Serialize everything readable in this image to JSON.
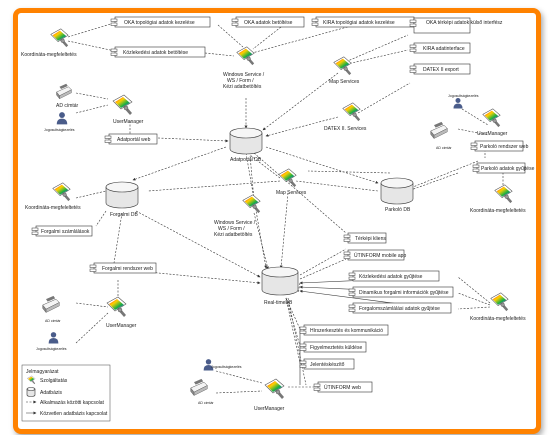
{
  "components": {
    "oka_topologiai": "OKA topológiai adatok kezelése",
    "oka_betoltese": "OKA adatok betöltése",
    "kira_topologiai": "KIRA topológiai adatok kezelése",
    "kozlekedesi_betoltese": "Közlekedési adatok betöltése",
    "oka_terkepi": "OKA térképi adatok külső interfész",
    "kira_adatinterface": "KIRA adatinterface",
    "datex_export": "DATEX II export",
    "adatportal_web": "Adatportál web",
    "parkolo_rendszer": "Parkoló rendszer web",
    "parkolo_gyujtese": "Parkoló adatok gyűjtése",
    "forgalmi_szamlalasok": "Forgalmi számlálások",
    "forgalmi_rendszer": "Forgalmi rendszer web",
    "terkepi_kliens": "Térképi kliens",
    "utinform_mobile": "ÚTINFORM mobile app",
    "kozlekedesi_gyujtese": "Közlekedési adatok gyűjtése",
    "dinamikus": "Dinamikus forgalmi információk gyűjtése",
    "forgalomszamlalasi": "Forgalomszámlálási adatok gyűjtése",
    "hirszerkesztes": "Hírszerkesztés és kommunikáció",
    "figyelmeztetes": "Figyelmeztetés küldése",
    "jelentes": "Jelentéskészítő",
    "utinform_web": "ÚTINFORM web"
  },
  "databases": {
    "adatportal_db": "Adatportál DB",
    "forgalmi_db": "Forgalmi DB",
    "parkolo_db": "Parkoló DB",
    "realtime_db": "Real-timeDB"
  },
  "services": {
    "windows_top": [
      "Windows Service /",
      "WS / Form /",
      "Kézi adatbetöltés"
    ],
    "map_services_top": "Map Services",
    "datex_services": "DATEX II. Services",
    "map_services_mid": "Map Services",
    "windows_mid": [
      "Windows Service /",
      "WS / Form /",
      "Kézi adatbetöltés"
    ]
  },
  "actors": {
    "koordinata": "Koordináta-megfeleltetés",
    "user_manager": "UserManager",
    "ad_cimtar": "AD címtár",
    "jogosultsag": "Jogosultságkezelés"
  },
  "legend": {
    "title": "Jelmagyarázat",
    "items": [
      "Szolgáltatás",
      "Adatbázis",
      "Alkalmazás közötti kapcsolat",
      "Közvetlen adatbázis kapcsolat"
    ]
  },
  "colors": {
    "frame": "#ff8200"
  }
}
